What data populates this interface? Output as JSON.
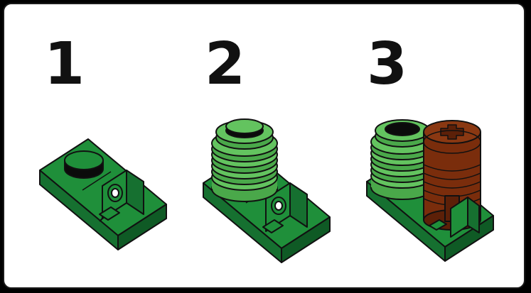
{
  "steps": [
    {
      "number": "1",
      "illustration": "hinge-plate-base"
    },
    {
      "number": "2",
      "illustration": "hinge-plate-with-green-stacked-discs"
    },
    {
      "number": "3",
      "illustration": "hinge-plate-with-green-discs-and-brown-cylinder"
    }
  ],
  "colors": {
    "frame_background": "#ffffff",
    "outer_background": "#000000",
    "outline": "#111111",
    "plate_green": "#1f8f3a",
    "plate_green_side": "#167030",
    "stud_dark": "#0b0b0b",
    "disc_light_green": "#63c35f",
    "disc_light_green_side": "#4aa84a",
    "cylinder_brown": "#7a2d0c",
    "cylinder_brown_side": "#5c2008"
  }
}
